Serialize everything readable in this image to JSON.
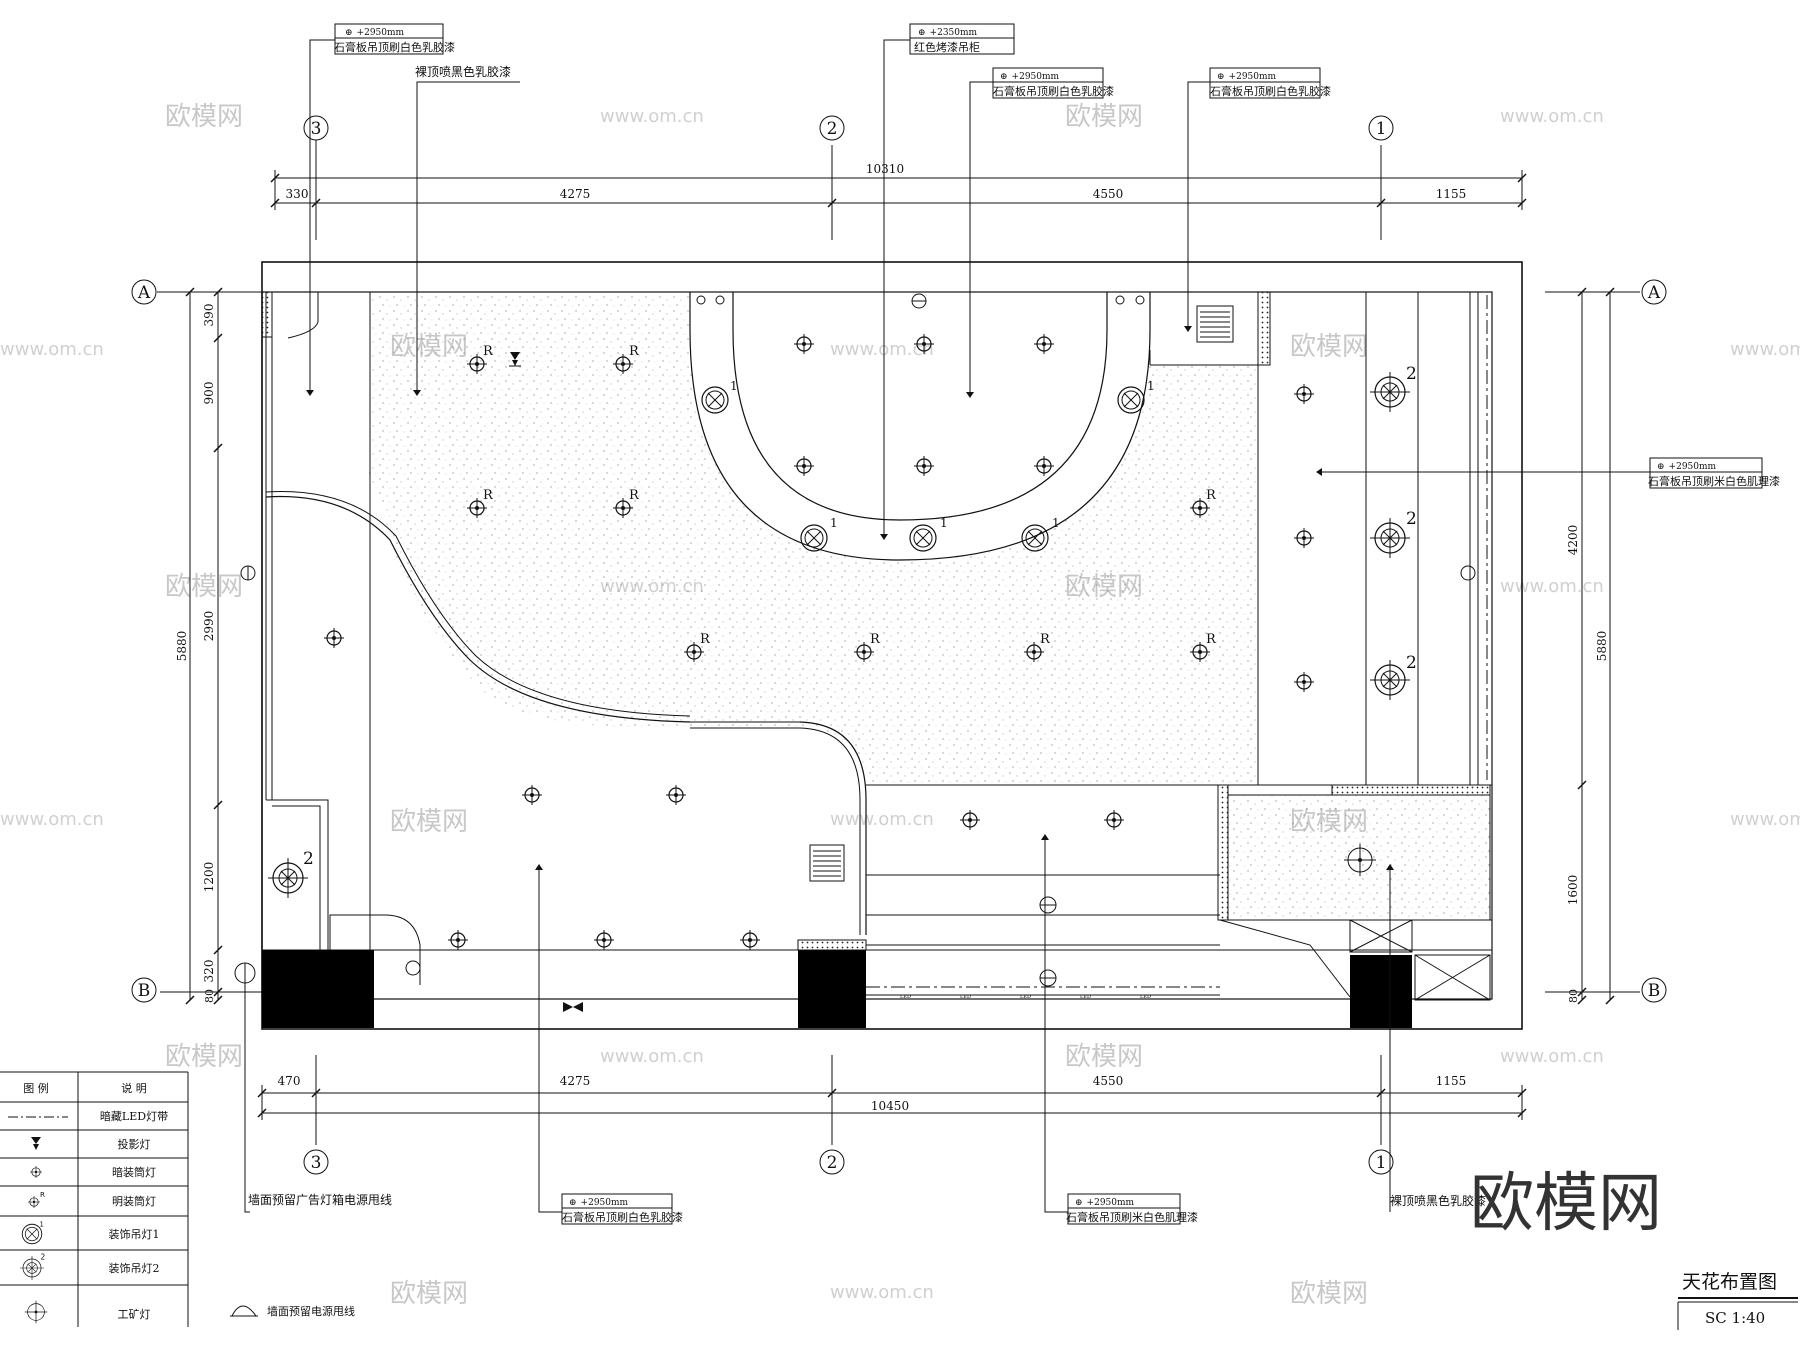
{
  "drawing": {
    "title": "天花布置图",
    "scale": "SC  1:40",
    "watermark_text": "欧模网",
    "watermark_url": "www.om.cn"
  },
  "dimensions": {
    "top_total": "10310",
    "top_segments": [
      "330",
      "4275",
      "4550",
      "1155"
    ],
    "bottom_total": "10450",
    "bottom_segments": [
      "470",
      "4275",
      "4550",
      "1155"
    ],
    "left_total": "5880",
    "left_segments": [
      "390",
      "900",
      "2990",
      "1200",
      "320",
      "80"
    ],
    "right_total": "5880",
    "right_segments": [
      "4200",
      "1600",
      "80"
    ]
  },
  "axes": {
    "col_3": "3",
    "col_2": "2",
    "col_1": "1",
    "row_a": "A",
    "row_b": "B"
  },
  "callouts": {
    "c1_level": "+2950mm",
    "c1_text": "石膏板吊顶刷白色乳胶漆",
    "c2_text": "裸顶喷黑色乳胶漆",
    "c3_level": "+2350mm",
    "c3_text": "红色烤漆吊柜",
    "c4_level": "+2950mm",
    "c4_text": "石膏板吊顶刷白色乳胶漆",
    "c5_level": "+2950mm",
    "c5_text": "石膏板吊顶刷白色乳胶漆",
    "c6_level": "+2950mm",
    "c6_text": "石膏板吊顶刷米白色肌理漆",
    "c7_text": "墙面预留广告灯箱电源甩线",
    "c8_level": "+2950mm",
    "c8_text": "石膏板吊顶刷白色乳胶漆",
    "c9_level": "+2950mm",
    "c9_text": "石膏板吊顶刷米白色肌理漆",
    "c10_text": "裸顶喷黑色乳胶漆",
    "c11_text": "墙面预留电源甩线"
  },
  "fixture_marks": {
    "r": "R",
    "one": "1",
    "two": "2",
    "led": "LED"
  },
  "legend": {
    "header_symbol": "图  例",
    "header_desc": "说  明",
    "rows": [
      {
        "icon": "led-strip-icon",
        "desc": "暗藏LED灯带"
      },
      {
        "icon": "projector-light-icon",
        "desc": "投影灯"
      },
      {
        "icon": "recessed-downlight-icon",
        "desc": "暗装筒灯"
      },
      {
        "icon": "surface-downlight-icon",
        "desc": "明装筒灯"
      },
      {
        "icon": "pendant-light-1-icon",
        "desc": "装饰吊灯1"
      },
      {
        "icon": "pendant-light-2-icon",
        "desc": "装饰吊灯2"
      },
      {
        "icon": "industrial-light-icon",
        "desc": "工矿灯"
      }
    ]
  }
}
